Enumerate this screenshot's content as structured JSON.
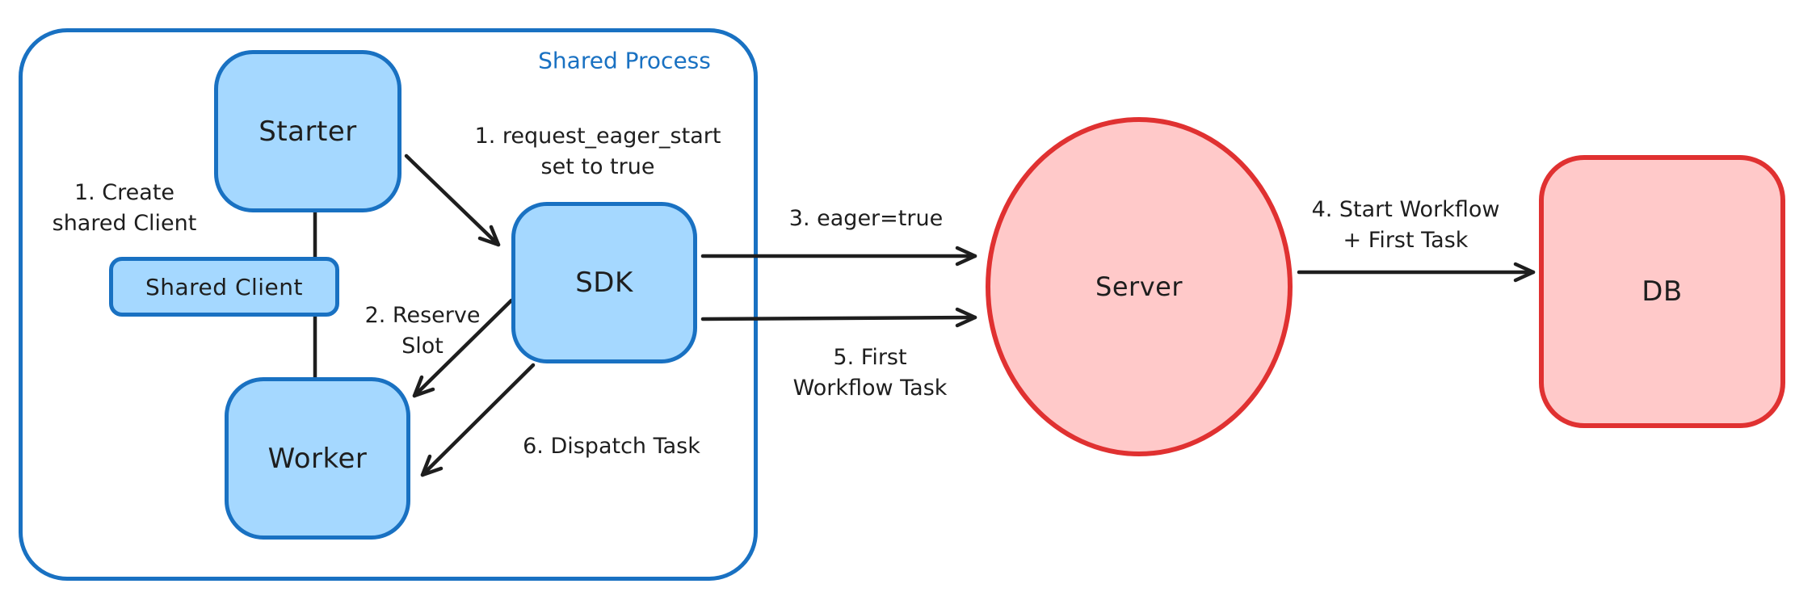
{
  "colors": {
    "blue_stroke": "#1971c2",
    "blue_fill": "#a5d8ff",
    "red_stroke": "#e03131",
    "red_fill": "#ffc9c9",
    "ink": "#1e1e1e"
  },
  "shared_process": {
    "title": "Shared Process",
    "nodes": {
      "starter": "Starter",
      "shared_client": "Shared Client",
      "worker": "Worker",
      "sdk": "SDK"
    },
    "annotations": {
      "create_client_l1": "1. Create",
      "create_client_l2": "shared Client",
      "request_eager_l1": "1. request_eager_start",
      "request_eager_l2": "set to true",
      "reserve_slot_l1": "2. Reserve",
      "reserve_slot_l2": "Slot",
      "dispatch_task": "6. Dispatch Task"
    }
  },
  "nodes": {
    "server": "Server",
    "db": "DB"
  },
  "edges": {
    "eager_true": "3. eager=true",
    "first_task_l1": "5. First",
    "first_task_l2": "Workflow Task",
    "start_workflow_l1": "4. Start Workflow",
    "start_workflow_l2": "+ First Task"
  }
}
